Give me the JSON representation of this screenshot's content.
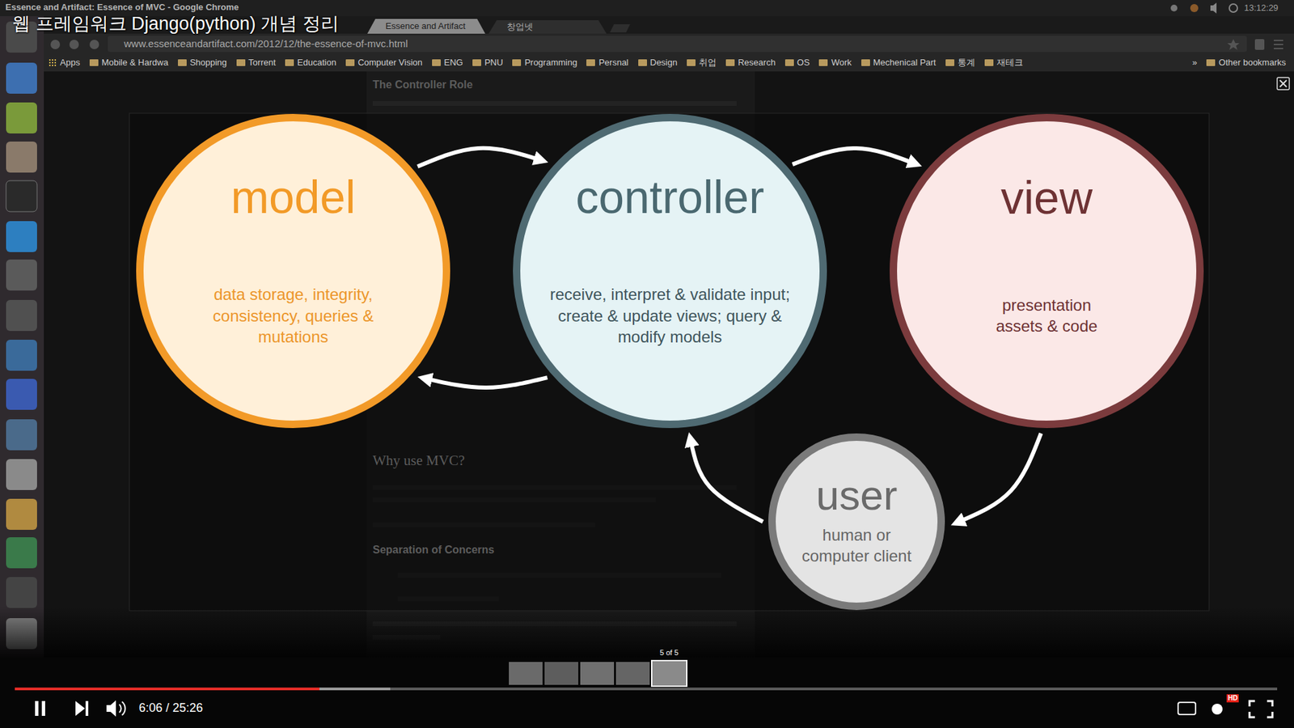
{
  "diagram": {
    "nodes": [
      {
        "text": [
          "model",
          "data storage, integrity, consistency, queries & mutations"
        ]
      },
      {
        "text": [
          "controller",
          "receive, interpret & validate input; create & update views; query & modify models"
        ]
      },
      {
        "text": [
          "view",
          "presentation assets & code"
        ]
      },
      {
        "text": [
          "user",
          "human or computer client"
        ]
      }
    ],
    "edges": [
      {
        "from": 0,
        "to": 1,
        "arrow": "to"
      },
      {
        "from": 1,
        "to": 0,
        "arrow": "to"
      },
      {
        "from": 1,
        "to": 2,
        "arrow": "to"
      },
      {
        "from": 2,
        "to": 3,
        "arrow": "to"
      },
      {
        "from": 3,
        "to": 1,
        "arrow": "to"
      }
    ],
    "labels": [
      "Essence and Artifact: Essence of MVC - Google Chrome",
      "13:12:29",
      "웹 프레임워크 Django(python) 개념 정리",
      "Essence and Artifact",
      "창업넷",
      "www.essenceandartifact.com/2012/12/the-essence-of-mvc.html",
      "Apps",
      "Mobile & Hardwa",
      "Shopping",
      "Torrent",
      "Education",
      "Computer Vision",
      "ENG",
      "PNU",
      "Programming",
      "Persnal",
      "Design",
      "취업",
      "Research",
      "OS",
      "Work",
      "Mechenical Part",
      "통계",
      "재테크",
      "»",
      "Other bookmarks",
      "The Controller Role",
      "Why use MVC?",
      "Separation of Concerns",
      "5 of 5",
      "6:06 / 25:26",
      "HD"
    ]
  }
}
